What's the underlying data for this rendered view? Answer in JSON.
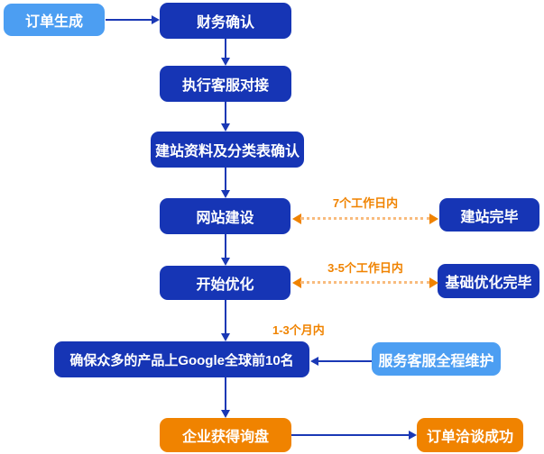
{
  "diagram": {
    "type": "flowchart",
    "nodes": [
      {
        "id": "order-created",
        "label": "订单生成",
        "style": "start"
      },
      {
        "id": "finance-confirm",
        "label": "财务确认",
        "style": "process"
      },
      {
        "id": "service-handover",
        "label": "执行客服对接",
        "style": "process"
      },
      {
        "id": "site-data-confirm",
        "label": "建站资料及分类表确认",
        "style": "process"
      },
      {
        "id": "site-build",
        "label": "网站建设",
        "style": "process"
      },
      {
        "id": "site-build-done",
        "label": "建站完毕",
        "style": "process"
      },
      {
        "id": "optimization-start",
        "label": "开始优化",
        "style": "process"
      },
      {
        "id": "basic-optimization-done",
        "label": "基础优化完毕",
        "style": "process"
      },
      {
        "id": "google-top10",
        "label": "确保众多的产品上Google全球前10名",
        "style": "process"
      },
      {
        "id": "service-maintenance",
        "label": "服务客服全程维护",
        "style": "start"
      },
      {
        "id": "inquiry-received",
        "label": "企业获得询盘",
        "style": "end"
      },
      {
        "id": "deal-success",
        "label": "订单洽谈成功",
        "style": "end"
      }
    ],
    "edge_labels": {
      "site_build_duration": "7个工作日内",
      "optimization_duration": "3-5个工作日内",
      "ranking_duration": "1-3个月内"
    },
    "colors": {
      "process_node": "#1635b5",
      "start_node": "#4c9ef2",
      "end_node": "#f08300",
      "solid_arrow": "#1a38b5",
      "dotted_arrow": "#f08300",
      "dotted_arrow_dots": "#f8bb7d",
      "node_text": "#ffffff",
      "edge_label_text": "#f08300"
    }
  }
}
